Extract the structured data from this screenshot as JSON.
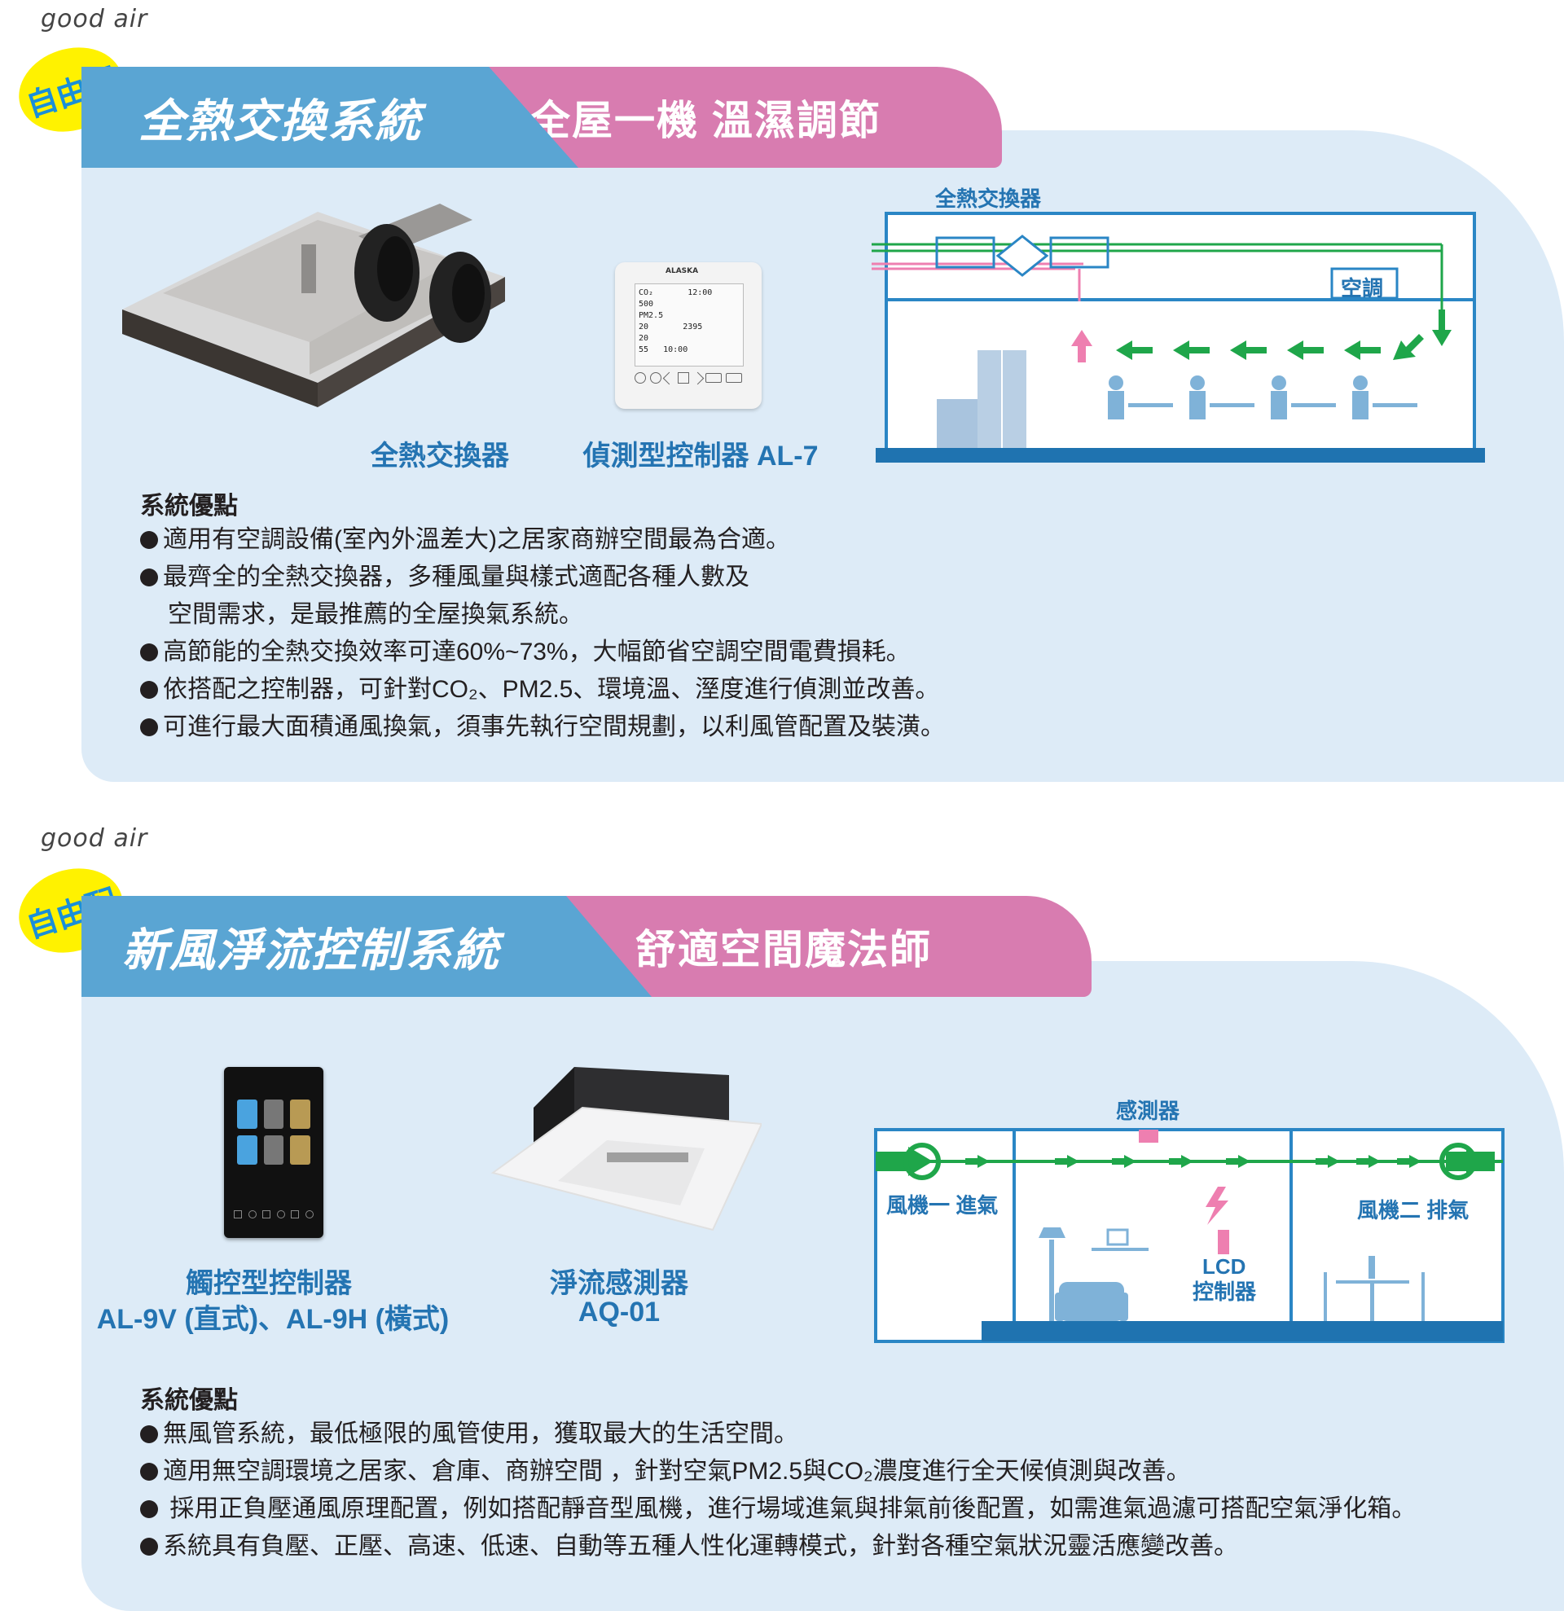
{
  "section1": {
    "goodair": "good air",
    "badge": "自由配",
    "title": "全熱交換系統",
    "subtitle": "全屋一機 溫濕調節",
    "product1_caption": "全熱交換器",
    "product2_caption": "偵測型控制器 AL-7",
    "controller_brand": "ALASKA",
    "controller_readouts": [
      "CO₂",
      "12:00",
      "500",
      "PM2.5",
      "20",
      "2395",
      "20",
      "55",
      "10:00"
    ],
    "diagram_top_label": "全熱交換器",
    "diagram_ac_label": "空調",
    "advantages_title": "系統優點",
    "advantages": [
      "適用有空調設備(室內外溫差大)之居家商辦空間最為合適。",
      "最齊全的全熱交換器，多種風量與樣式適配各種人數及",
      "空間需求，是最推薦的全屋換氣系統。",
      "高節能的全熱交換效率可達60%~73%，大幅節省空調空間電費損耗。",
      "依搭配之控制器，可針對CO₂、PM2.5、環境溫、溼度進行偵測並改善。",
      "可進行最大面積通風換氣，須事先執行空間規劃，以利風管配置及裝潢。"
    ]
  },
  "section2": {
    "goodair": "good air",
    "badge": "自由配",
    "title": "新風淨流控制系統",
    "subtitle": "舒適空間魔法師",
    "product1_caption_line1": "觸控型控制器",
    "product1_caption_line2": "AL-9V (直式)、AL-9H (橫式)",
    "product2_caption_line1": "淨流感測器",
    "product2_caption_line2": "AQ-01",
    "diagram_sensor_label": "感測器",
    "diagram_fan1_label": "風機一 進氣",
    "diagram_fan2_label": "風機二 排氣",
    "diagram_lcd_line1": "LCD",
    "diagram_lcd_line2": "控制器",
    "advantages_title": "系統優點",
    "advantages": [
      "無風管系統，最低極限的風管使用，獲取最大的生活空間。",
      "適用無空調環境之居家、倉庫、商辦空間 ，針對空氣PM2.5與CO₂濃度進行全天候偵測與改善。",
      " 採用正負壓通風原理配置，例如搭配靜音型風機，進行場域進氣與排氣前後配置，如需進氣過濾可搭配空氣淨化箱。",
      "系統具有負壓、正壓、高速、低速、自動等五種人性化運轉模式，針對各種空氣狀況靈活應變改善。"
    ]
  },
  "colors": {
    "blue_band": "#5aa5d3",
    "pink_band": "#d87cb0",
    "panel_bg": "#ddebf7",
    "caption_blue": "#2474b2",
    "badge_yellow": "#fff200",
    "arrow_green": "#1fa64a",
    "arrow_pink": "#ee7fb0"
  }
}
